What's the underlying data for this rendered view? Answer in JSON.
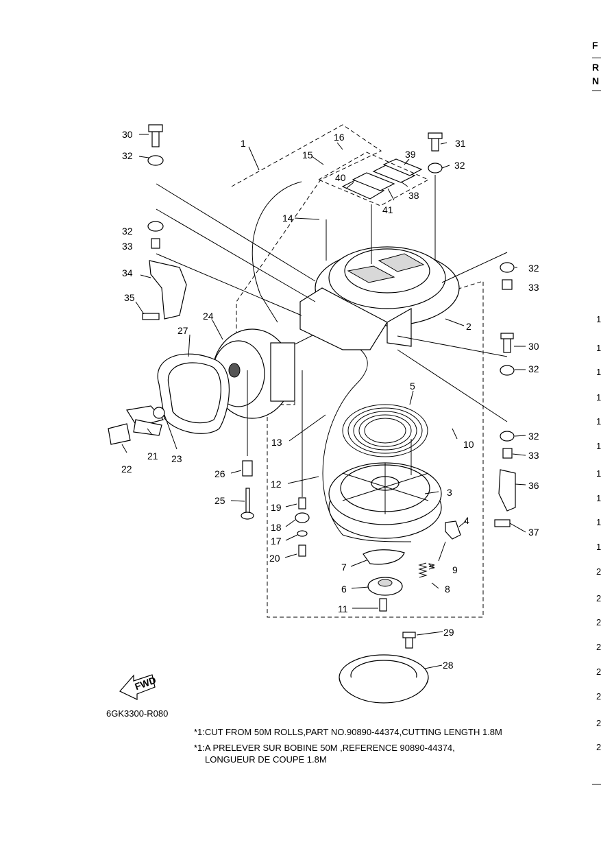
{
  "figure_code": "6GK3300-R080",
  "fwd_label": "FWD",
  "notes": [
    "*1:CUT FROM 50M ROLLS,PART NO.90890-44374,CUTTING LENGTH 1.8M",
    "*1:A PRELEVER SUR BOBINE 50M ,REFERENCE 90890-44374,",
    "LONGUEUR DE COUPE 1.8M"
  ],
  "callouts": {
    "n1": "1",
    "n2": "2",
    "n3": "3",
    "n4": "4",
    "n5": "5",
    "n6": "6",
    "n7": "7",
    "n8": "8",
    "n9": "9",
    "n10": "10",
    "n11": "11",
    "n12": "12",
    "n13": "13",
    "n14": "14",
    "n15": "15",
    "n16": "16",
    "n17": "17",
    "n18": "18",
    "n19": "19",
    "n20": "20",
    "n21": "21",
    "n22": "22",
    "n23": "23",
    "n24": "24",
    "n25": "25",
    "n26": "26",
    "n27": "27",
    "n28": "28",
    "n29": "29",
    "n30": "30",
    "n30b": "30",
    "n31": "31",
    "n32a": "32",
    "n32b": "32",
    "n32c": "32",
    "n32d": "32",
    "n32e": "32",
    "n32f": "32",
    "n33a": "33",
    "n33b": "33",
    "n33c": "33",
    "n34": "34",
    "n35": "35",
    "n36": "36",
    "n37": "37",
    "n38": "38",
    "n39": "39",
    "n40": "40",
    "n41": "41"
  },
  "edge_header": {
    "f": "F",
    "r": "R",
    "n": "N"
  },
  "edge_numbers": [
    "1",
    "1",
    "1",
    "1",
    "1",
    "1",
    "1",
    "1",
    "1",
    "1",
    "2",
    "2",
    "2",
    "2",
    "2",
    "2",
    "2",
    "2"
  ],
  "icons": {
    "fwd_arrow": "fwd-arrow-icon"
  }
}
